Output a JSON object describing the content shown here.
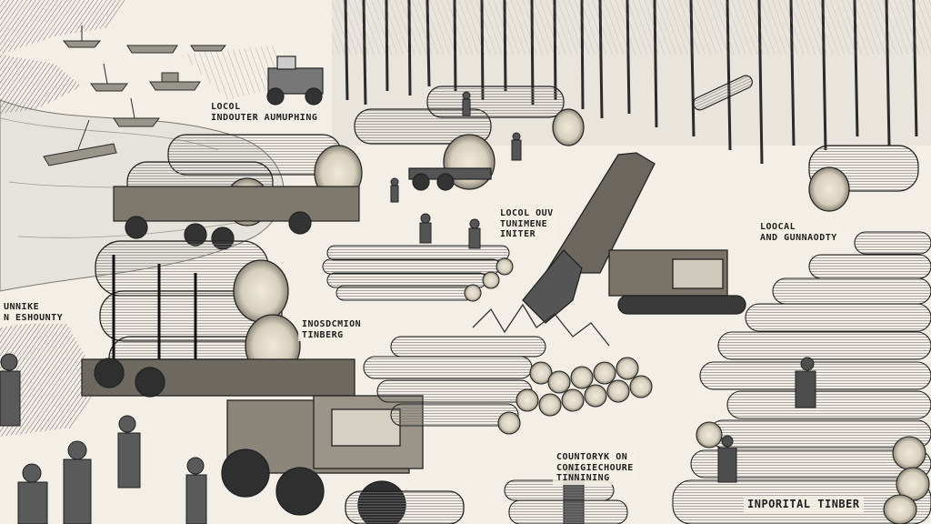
{
  "labels": {
    "top_left": {
      "line1": "LOCOL",
      "line2": "INDOUTER AUMUPHING"
    },
    "center": {
      "line1": "LOCOL OUV",
      "line2": "TUNIMENE",
      "line3": "INITER"
    },
    "right": {
      "line1": "LOOCAL",
      "line2": "AND GUNNAODTY"
    },
    "left_edge": {
      "line1": "UNNIKE",
      "line2": "N ESHOUNTY"
    },
    "mid_truck": {
      "line1": "INOSDCMION",
      "line2": "TINBERG"
    },
    "bottom_center": {
      "line1": "COUNTORYK ON",
      "line2": "CONIGIECHOURE",
      "line3": "TINNINING"
    },
    "bottom_right": {
      "line1": "INPORITAL TINBER"
    }
  },
  "colors": {
    "ink": "#1e1e1e",
    "paper": "#f3efe6",
    "log_end": "#d9d2c2",
    "shade": "#6b665c"
  }
}
